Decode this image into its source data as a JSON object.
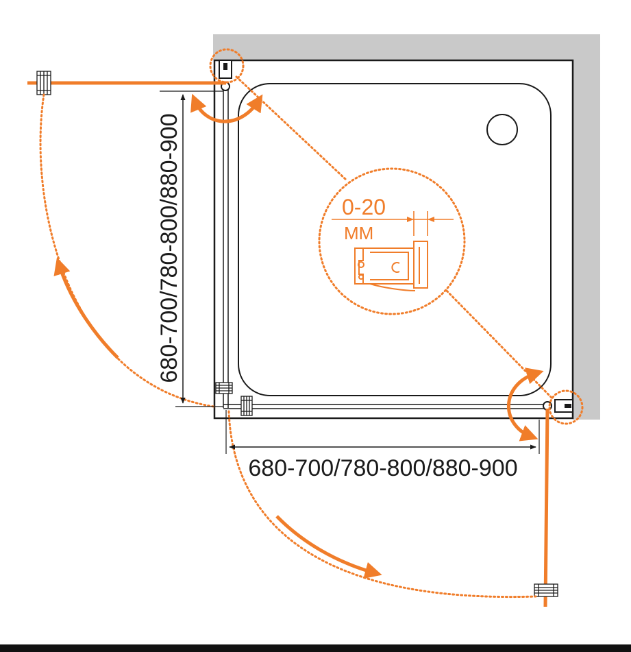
{
  "dimensions": {
    "width_label": "680-700/780-800/880-900",
    "depth_label": "680-700/780-800/880-900"
  },
  "detail_callout": {
    "gap_label": "0-20",
    "unit_label": "ММ"
  },
  "colors": {
    "accent": "#f07d2a",
    "wall": "#c9c9c9",
    "outline": "#1a1a1a",
    "background": "#ffffff"
  },
  "icons": {
    "hinge": "hinge-icon",
    "door_handle": "door-handle-icon",
    "drain": "drain-icon",
    "swing_arrow": "swing-arrow-icon"
  }
}
